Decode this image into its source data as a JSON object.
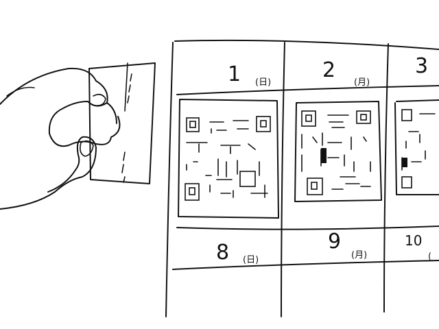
{
  "calendar": {
    "top_row": [
      {
        "day": "1",
        "weekday": "(日)"
      },
      {
        "day": "2",
        "weekday": "(月)"
      },
      {
        "day": "3",
        "weekday": ""
      }
    ],
    "bottom_row": [
      {
        "day": "8",
        "weekday": "(日)"
      },
      {
        "day": "9",
        "weekday": "(月)"
      },
      {
        "day": "10",
        "weekday": "("
      }
    ]
  },
  "ink_color": "#111111"
}
